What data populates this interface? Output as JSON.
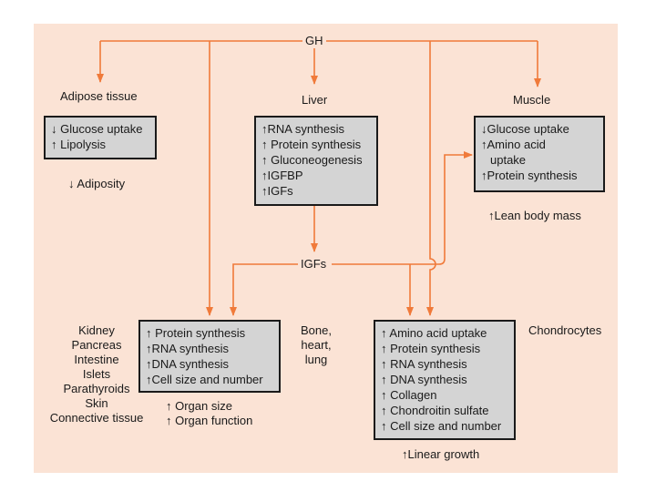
{
  "gh": "GH",
  "igfs": "IGFs",
  "adipose": {
    "title": "Adipose tissue",
    "items": [
      "↓ Glucose uptake",
      "↑ Lipolysis"
    ],
    "outcome": "↓ Adiposity"
  },
  "liver": {
    "title": "Liver",
    "items": [
      "↑RNA synthesis",
      "↑ Protein synthesis",
      "↑ Gluconeogenesis",
      "↑IGFBP",
      "↑IGFs"
    ]
  },
  "muscle": {
    "title": "Muscle",
    "items": [
      "↓Glucose uptake",
      "↑Amino acid",
      "uptake",
      "↑Protein synthesis"
    ],
    "outcome": "↑Lean body mass"
  },
  "organs": {
    "tissues": [
      "Kidney",
      "Pancreas",
      "Intestine",
      "Islets",
      "Parathyroids",
      "Skin",
      "Connective tissue"
    ],
    "items": [
      "↑ Protein synthesis",
      "↑RNA synthesis",
      "↑DNA synthesis",
      "↑Cell size and number"
    ],
    "outcomes": [
      "↑ Organ size",
      "↑ Organ function"
    ],
    "side_tissues": [
      "Bone,",
      "heart,",
      "lung"
    ]
  },
  "chondrocytes": {
    "title": "Chondrocytes",
    "items": [
      "↑ Amino acid uptake",
      "↑ Protein synthesis",
      "↑ RNA synthesis",
      "↑ DNA synthesis",
      "↑ Collagen",
      "↑ Chondroitin sulfate",
      "↑ Cell size and number"
    ],
    "outcome": "↑Linear growth"
  },
  "colors": {
    "panel": "#fbe3d5",
    "arrow": "#f07a3a",
    "box": "#d4d4d4"
  }
}
